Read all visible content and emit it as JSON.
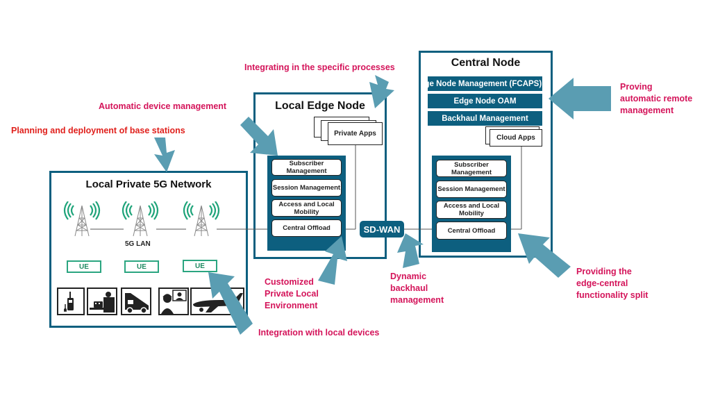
{
  "colors": {
    "panel_border": "#0d5f7f",
    "arrow": "#5a9db2",
    "annotation_text": "#d4145a",
    "annotation_text_red": "#e0201c",
    "ue_green": "#2aa580",
    "signal_green": "#1fa47a"
  },
  "annotations": {
    "integrating_processes": "Integrating in the specific processes",
    "automatic_device_mgmt": "Automatic device management",
    "planning_deployment": "Planning and deployment of base stations",
    "proving_remote_mgmt": [
      "Proving",
      "automatic remote",
      "management"
    ],
    "customized_env": [
      "Customized",
      "Private Local",
      "Environment"
    ],
    "dynamic_backhaul": [
      "Dynamic",
      "backhaul",
      "management"
    ],
    "edge_central_split": [
      "Providing the",
      "edge-central",
      "functionality split"
    ],
    "integration_local_devices": "Integration with local devices"
  },
  "local_network": {
    "title": "Local Private 5G Network",
    "lan_label": "5G LAN",
    "ue_labels": [
      "UE",
      "UE",
      "UE"
    ],
    "devices": [
      "radio-handset",
      "baggage-counter",
      "airport-stairs-truck",
      "video-conference",
      "airplane"
    ]
  },
  "edge_node": {
    "title": "Local Edge Node",
    "apps_label": "Private Apps",
    "functions": [
      "Subscriber Management",
      "Session Management",
      "Access and Local Mobility",
      "Central Offload"
    ]
  },
  "sdwan": {
    "label": "SD-WAN"
  },
  "central_node": {
    "title": "Central Node",
    "management_bars": [
      "Edge Node Management (FCAPS)",
      "Edge Node OAM",
      "Backhaul Management"
    ],
    "apps_label": "Cloud Apps",
    "functions": [
      "Subscriber Management",
      "Session Management",
      "Access and Local Mobility",
      "Central Offload"
    ]
  }
}
